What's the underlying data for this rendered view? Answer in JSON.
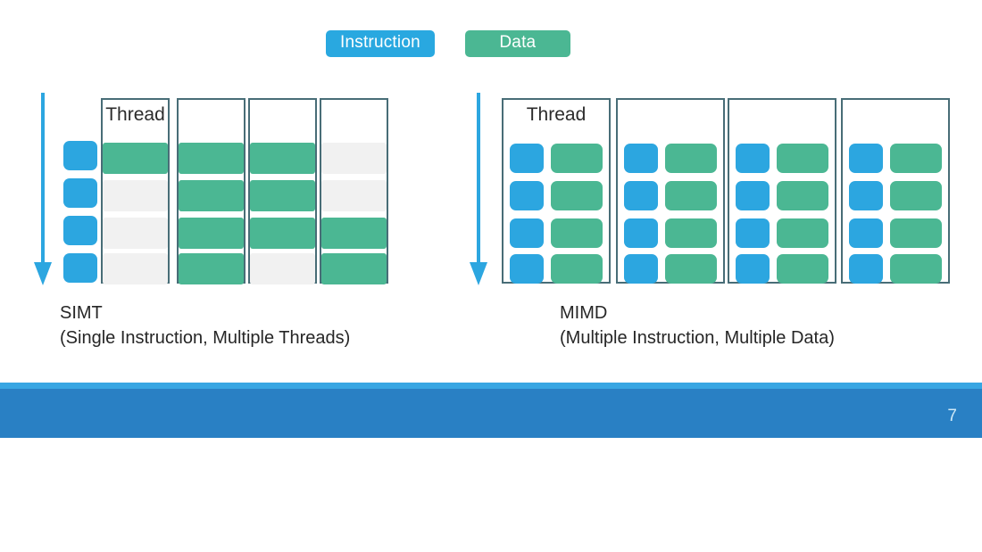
{
  "legend": {
    "items": [
      {
        "label": "Instruction",
        "color": "#29A8E0",
        "icon": "instruction-chip"
      },
      {
        "label": "Data",
        "color": "#4BB793",
        "icon": "data-chip"
      }
    ]
  },
  "diagram": {
    "type": "execution-model-comparison",
    "row_count": 4,
    "colors": {
      "instruction": "#2CA6E0",
      "data_active": "#4BB793",
      "data_inactive": "#F1F1F1",
      "column_border": "#486D77",
      "arrow": "#2CA6E0",
      "footer": "#2980C4",
      "footer_top_stripe": "#38A6E3"
    },
    "panels": [
      {
        "id": "simt",
        "acronym": "SIMT",
        "expansion": "(Single Instruction, Multiple Threads)",
        "arrow_name": "time-arrow",
        "shared_instruction_boxes": 4,
        "thread_columns": [
          {
            "title": "Thread",
            "cells": [
              "active",
              "inactive",
              "inactive",
              "inactive"
            ]
          },
          {
            "title": "",
            "cells": [
              "active",
              "active",
              "active",
              "active"
            ]
          },
          {
            "title": "",
            "cells": [
              "active",
              "active",
              "active",
              "inactive"
            ]
          },
          {
            "title": "",
            "cells": [
              "inactive",
              "inactive",
              "active",
              "active"
            ]
          }
        ]
      },
      {
        "id": "mimd",
        "acronym": "MIMD",
        "expansion": "(Multiple Instruction, Multiple Data)",
        "arrow_name": "time-arrow",
        "shared_instruction_boxes": 0,
        "thread_columns": [
          {
            "title": "Thread",
            "cells": [
              "instr+data",
              "instr+data",
              "instr+data",
              "instr+data"
            ]
          },
          {
            "title": "",
            "cells": [
              "instr+data",
              "instr+data",
              "instr+data",
              "instr+data"
            ]
          },
          {
            "title": "",
            "cells": [
              "instr+data",
              "instr+data",
              "instr+data",
              "instr+data"
            ]
          },
          {
            "title": "",
            "cells": [
              "instr+data",
              "instr+data",
              "instr+data",
              "instr+data"
            ]
          }
        ]
      }
    ]
  },
  "footer": {
    "page_number": "7"
  }
}
